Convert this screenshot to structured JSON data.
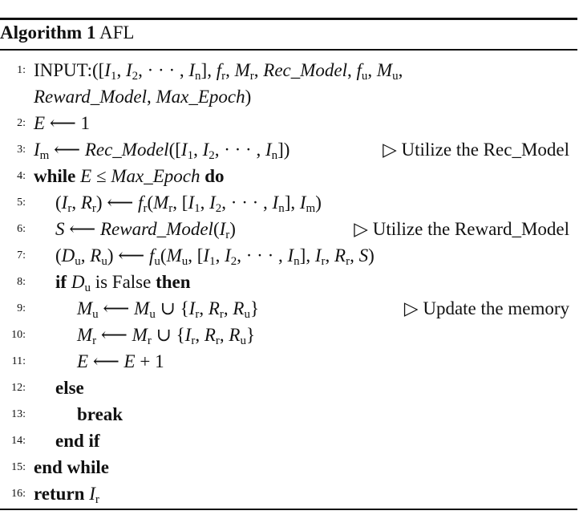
{
  "algorithm": {
    "label": "Algorithm 1",
    "name": "AFL"
  },
  "lines": [
    {
      "num": "1:",
      "indent": 0,
      "parts": [
        [
          "t",
          "INPUT:(["
        ],
        [
          "i",
          "I"
        ],
        [
          "s",
          "1"
        ],
        [
          "t",
          ", "
        ],
        [
          "i",
          "I"
        ],
        [
          "s",
          "2"
        ],
        [
          "t",
          ", · · · , "
        ],
        [
          "i",
          "I"
        ],
        [
          "s",
          "n"
        ],
        [
          "t",
          "], "
        ],
        [
          "i",
          "f"
        ],
        [
          "s",
          "r"
        ],
        [
          "t",
          ", "
        ],
        [
          "i",
          "M"
        ],
        [
          "s",
          "r"
        ],
        [
          "t",
          ", "
        ],
        [
          "i",
          "Rec_Model"
        ],
        [
          "t",
          ", "
        ],
        [
          "i",
          "f"
        ],
        [
          "s",
          "u"
        ],
        [
          "t",
          ", "
        ],
        [
          "i",
          "M"
        ],
        [
          "s",
          "u"
        ],
        [
          "t",
          ","
        ]
      ],
      "comment": ""
    },
    {
      "num": "",
      "indent": 0,
      "parts": [
        [
          "i",
          "Reward_Model"
        ],
        [
          "t",
          ", "
        ],
        [
          "i",
          "Max_Epoch"
        ],
        [
          "t",
          ")"
        ]
      ],
      "comment": ""
    },
    {
      "num": "2:",
      "indent": 0,
      "parts": [
        [
          "i",
          "E"
        ],
        [
          "t",
          " ⟵ 1"
        ]
      ],
      "comment": ""
    },
    {
      "num": "3:",
      "indent": 0,
      "parts": [
        [
          "i",
          "I"
        ],
        [
          "s",
          "m"
        ],
        [
          "t",
          " ⟵ "
        ],
        [
          "i",
          "Rec_Model"
        ],
        [
          "t",
          "(["
        ],
        [
          "i",
          "I"
        ],
        [
          "s",
          "1"
        ],
        [
          "t",
          ", "
        ],
        [
          "i",
          "I"
        ],
        [
          "s",
          "2"
        ],
        [
          "t",
          ", · · · , "
        ],
        [
          "i",
          "I"
        ],
        [
          "s",
          "n"
        ],
        [
          "t",
          "])"
        ]
      ],
      "comment": "▷ Utilize the Rec_Model"
    },
    {
      "num": "4:",
      "indent": 0,
      "parts": [
        [
          "b",
          "while"
        ],
        [
          "t",
          " "
        ],
        [
          "i",
          "E"
        ],
        [
          "t",
          " ≤ "
        ],
        [
          "i",
          "Max_Epoch"
        ],
        [
          "t",
          " "
        ],
        [
          "b",
          "do"
        ]
      ],
      "comment": ""
    },
    {
      "num": "5:",
      "indent": 1,
      "parts": [
        [
          "t",
          "("
        ],
        [
          "i",
          "I"
        ],
        [
          "s",
          "r"
        ],
        [
          "t",
          ", "
        ],
        [
          "i",
          "R"
        ],
        [
          "s",
          "r"
        ],
        [
          "t",
          ") ⟵ "
        ],
        [
          "i",
          "f"
        ],
        [
          "s",
          "r"
        ],
        [
          "t",
          "("
        ],
        [
          "i",
          "M"
        ],
        [
          "s",
          "r"
        ],
        [
          "t",
          ", ["
        ],
        [
          "i",
          "I"
        ],
        [
          "s",
          "1"
        ],
        [
          "t",
          ", "
        ],
        [
          "i",
          "I"
        ],
        [
          "s",
          "2"
        ],
        [
          "t",
          ", · · · , "
        ],
        [
          "i",
          "I"
        ],
        [
          "s",
          "n"
        ],
        [
          "t",
          "], "
        ],
        [
          "i",
          "I"
        ],
        [
          "s",
          "m"
        ],
        [
          "t",
          ")"
        ]
      ],
      "comment": ""
    },
    {
      "num": "6:",
      "indent": 1,
      "parts": [
        [
          "i",
          "S"
        ],
        [
          "t",
          " ⟵ "
        ],
        [
          "i",
          "Reward_Model"
        ],
        [
          "t",
          "("
        ],
        [
          "i",
          "I"
        ],
        [
          "s",
          "r"
        ],
        [
          "t",
          ")"
        ]
      ],
      "comment": "▷ Utilize the Reward_Model"
    },
    {
      "num": "7:",
      "indent": 1,
      "parts": [
        [
          "t",
          "("
        ],
        [
          "i",
          "D"
        ],
        [
          "s",
          "u"
        ],
        [
          "t",
          ", "
        ],
        [
          "i",
          "R"
        ],
        [
          "s",
          "u"
        ],
        [
          "t",
          ") ⟵ "
        ],
        [
          "i",
          "f"
        ],
        [
          "s",
          "u"
        ],
        [
          "t",
          "("
        ],
        [
          "i",
          "M"
        ],
        [
          "s",
          "u"
        ],
        [
          "t",
          ", ["
        ],
        [
          "i",
          "I"
        ],
        [
          "s",
          "1"
        ],
        [
          "t",
          ", "
        ],
        [
          "i",
          "I"
        ],
        [
          "s",
          "2"
        ],
        [
          "t",
          ", · · · , "
        ],
        [
          "i",
          "I"
        ],
        [
          "s",
          "n"
        ],
        [
          "t",
          "], "
        ],
        [
          "i",
          "I"
        ],
        [
          "s",
          "r"
        ],
        [
          "t",
          ", "
        ],
        [
          "i",
          "R"
        ],
        [
          "s",
          "r"
        ],
        [
          "t",
          ", "
        ],
        [
          "i",
          "S"
        ],
        [
          "t",
          ")"
        ]
      ],
      "comment": ""
    },
    {
      "num": "8:",
      "indent": 1,
      "parts": [
        [
          "b",
          "if"
        ],
        [
          "t",
          " "
        ],
        [
          "i",
          "D"
        ],
        [
          "s",
          "u"
        ],
        [
          "t",
          " is False "
        ],
        [
          "b",
          "then"
        ]
      ],
      "comment": ""
    },
    {
      "num": "9:",
      "indent": 2,
      "parts": [
        [
          "i",
          "M"
        ],
        [
          "s",
          "u"
        ],
        [
          "t",
          " ⟵ "
        ],
        [
          "i",
          "M"
        ],
        [
          "s",
          "u"
        ],
        [
          "t",
          " ∪ {"
        ],
        [
          "i",
          "I"
        ],
        [
          "s",
          "r"
        ],
        [
          "t",
          ", "
        ],
        [
          "i",
          "R"
        ],
        [
          "s",
          "r"
        ],
        [
          "t",
          ", "
        ],
        [
          "i",
          "R"
        ],
        [
          "s",
          "u"
        ],
        [
          "t",
          "}"
        ]
      ],
      "comment": "▷ Update the memory"
    },
    {
      "num": "10:",
      "indent": 2,
      "parts": [
        [
          "i",
          "M"
        ],
        [
          "s",
          "r"
        ],
        [
          "t",
          " ⟵ "
        ],
        [
          "i",
          "M"
        ],
        [
          "s",
          "r"
        ],
        [
          "t",
          " ∪ {"
        ],
        [
          "i",
          "I"
        ],
        [
          "s",
          "r"
        ],
        [
          "t",
          ", "
        ],
        [
          "i",
          "R"
        ],
        [
          "s",
          "r"
        ],
        [
          "t",
          ", "
        ],
        [
          "i",
          "R"
        ],
        [
          "s",
          "u"
        ],
        [
          "t",
          "}"
        ]
      ],
      "comment": ""
    },
    {
      "num": "11:",
      "indent": 2,
      "parts": [
        [
          "i",
          "E"
        ],
        [
          "t",
          " ⟵ "
        ],
        [
          "i",
          "E"
        ],
        [
          "t",
          " + 1"
        ]
      ],
      "comment": ""
    },
    {
      "num": "12:",
      "indent": 1,
      "parts": [
        [
          "b",
          "else"
        ]
      ],
      "comment": ""
    },
    {
      "num": "13:",
      "indent": 2,
      "parts": [
        [
          "b",
          "break"
        ]
      ],
      "comment": ""
    },
    {
      "num": "14:",
      "indent": 1,
      "parts": [
        [
          "b",
          "end if"
        ]
      ],
      "comment": ""
    },
    {
      "num": "15:",
      "indent": 0,
      "parts": [
        [
          "b",
          "end while"
        ]
      ],
      "comment": ""
    },
    {
      "num": "16:",
      "indent": 0,
      "parts": [
        [
          "b",
          "return"
        ],
        [
          "t",
          "  "
        ],
        [
          "i",
          "I"
        ],
        [
          "s",
          "r"
        ]
      ],
      "comment": ""
    }
  ]
}
